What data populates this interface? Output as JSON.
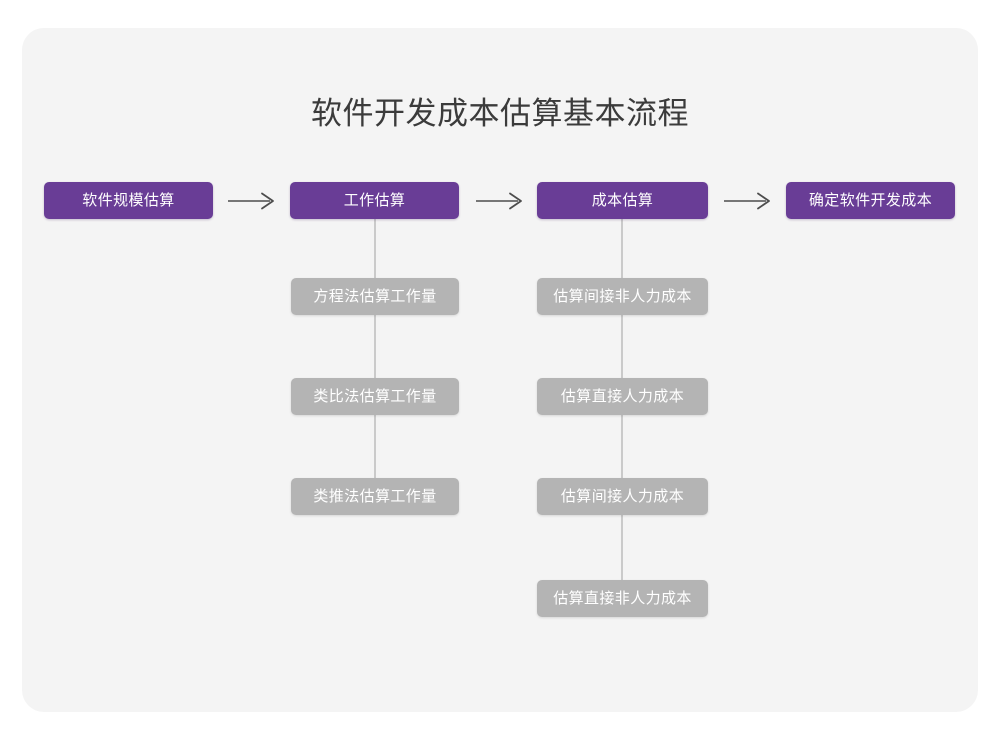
{
  "page": {
    "title": "软件开发成本估算基本流程",
    "background_color": "#ffffff",
    "card_color": "#f4f4f4",
    "accent_color": "#693d96",
    "sub_color": "#b4b4b4",
    "line_color": "#cacaca",
    "title_color": "#3b3b3b",
    "node_text_color": "#ffffff"
  },
  "flow": {
    "main_steps": [
      {
        "id": "step-1",
        "label": "软件规模估算"
      },
      {
        "id": "step-2",
        "label": "工作估算"
      },
      {
        "id": "step-3",
        "label": "成本估算"
      },
      {
        "id": "step-4",
        "label": "确定软件开发成本"
      }
    ],
    "arrows": [
      {
        "id": "arrow-1",
        "from": "step-1",
        "to": "step-2",
        "glyph": "→"
      },
      {
        "id": "arrow-2",
        "from": "step-2",
        "to": "step-3",
        "glyph": "→"
      },
      {
        "id": "arrow-3",
        "from": "step-3",
        "to": "step-4",
        "glyph": "→"
      }
    ],
    "branches": [
      {
        "parent": "step-2",
        "parent_label": "工作估算",
        "items": [
          {
            "id": "work-1",
            "label": "方程法估算工作量"
          },
          {
            "id": "work-2",
            "label": "类比法估算工作量"
          },
          {
            "id": "work-3",
            "label": "类推法估算工作量"
          }
        ]
      },
      {
        "parent": "step-3",
        "parent_label": "成本估算",
        "items": [
          {
            "id": "cost-1",
            "label": "估算间接非人力成本"
          },
          {
            "id": "cost-2",
            "label": "估算直接人力成本"
          },
          {
            "id": "cost-3",
            "label": "估算间接人力成本"
          },
          {
            "id": "cost-4",
            "label": "估算直接非人力成本"
          }
        ]
      }
    ]
  }
}
